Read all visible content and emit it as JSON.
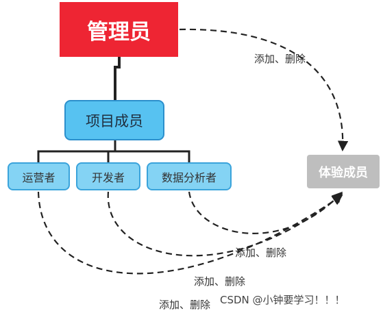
{
  "nodes": {
    "admin": "管理员",
    "project_member": "项目成员",
    "roles": [
      "运营者",
      "开发者",
      "数据分析者"
    ],
    "trial_member": "体验成员"
  },
  "edge_labels": {
    "admin_to_trial": "添加、删除",
    "data_analyst_to_trial": "添加、删除",
    "developer_to_trial": "添加、删除",
    "operator_to_trial": "添加、删除"
  },
  "watermark": "CSDN @小钟要学习！！！",
  "colors": {
    "admin_fill": "#ee2533",
    "project_fill": "#57c2f1",
    "role_fill": "#84d3f4",
    "trial_fill": "#bebebe"
  }
}
